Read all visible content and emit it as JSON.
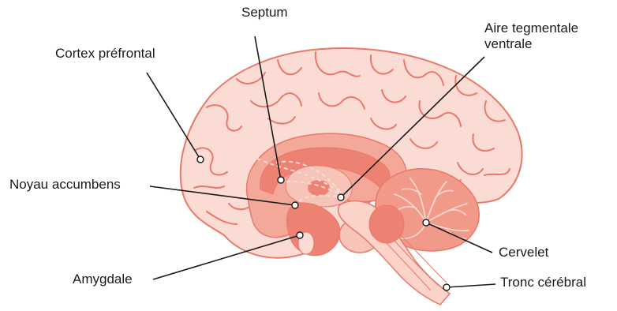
{
  "diagram": {
    "labels": {
      "septum": "Septum",
      "cortex_prefrontal": "Cortex préfrontal",
      "aire_tegmentale": "Aire tegmentale\nventrale",
      "noyau_accumbens": "Noyau accumbens",
      "amygdale": "Amygdale",
      "cervelet": "Cervelet",
      "tronc_cerebral": "Tronc cérébral"
    },
    "colors": {
      "cortex_fill": "#fbdcd4",
      "cortex_line": "#e8786a",
      "inner_fill": "#f4a89a",
      "deep_fill": "#ee8272",
      "core_fill": "#f6c4b8",
      "cerebellum_fill": "#f29a8a",
      "brainstem_fill": "#fbd3c9",
      "pointer": "#1a1a1a",
      "pointer_dot": "#ffffff"
    }
  }
}
